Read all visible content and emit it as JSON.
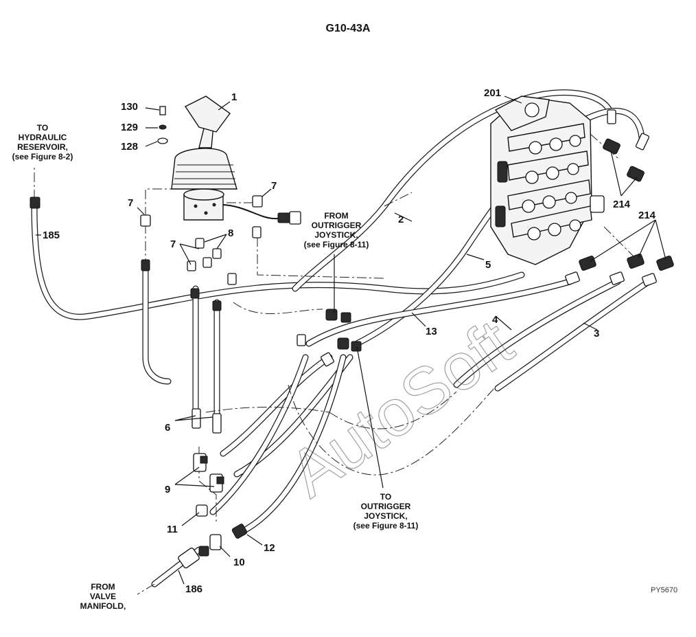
{
  "title": "G10-43A",
  "drawing_number": "PY5670",
  "watermark": "AutoSoft",
  "callouts": {
    "c1": "1",
    "c2": "2",
    "c3": "3",
    "c4": "4",
    "c5": "5",
    "c6": "6",
    "c7a": "7",
    "c7b": "7",
    "c7c": "7",
    "c8": "8",
    "c9": "9",
    "c10": "10",
    "c11": "11",
    "c12": "12",
    "c13": "13",
    "c128": "128",
    "c129": "129",
    "c130": "130",
    "c185": "185",
    "c186": "186",
    "c201": "201",
    "c214a": "214",
    "c214b": "214"
  },
  "notes": {
    "reservoir": [
      "TO",
      "HYDRAULIC",
      "RESERVOIR,",
      "(see Figure 8-2)"
    ],
    "from_outrigger": [
      "FROM",
      "OUTRIGGER",
      "JOYSTICK,",
      "(see Figure 8-11)"
    ],
    "to_outrigger": [
      "TO",
      "OUTRIGGER",
      "JOYSTICK,",
      "(see Figure 8-11)"
    ],
    "valve_manifold": [
      "FROM",
      "VALVE",
      "MANIFOLD,"
    ]
  }
}
